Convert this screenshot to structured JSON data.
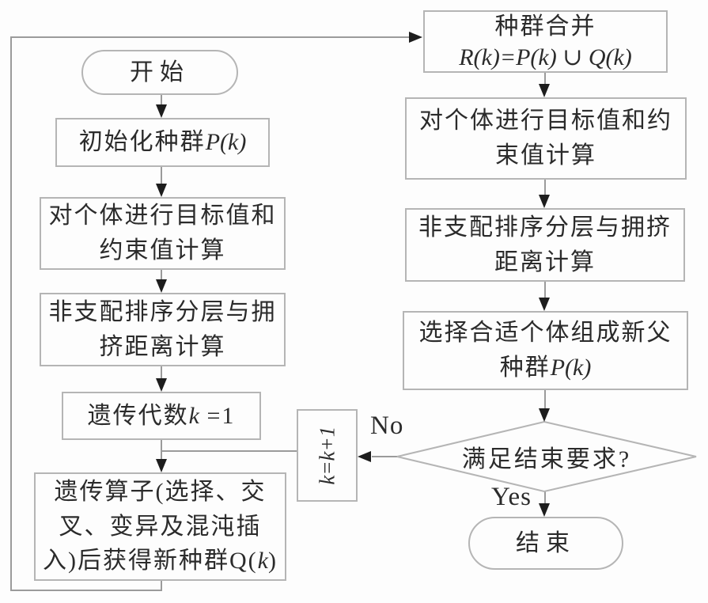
{
  "colors": {
    "box_border": "#b5b5b5",
    "connector_line": "#9b9b9b",
    "arrowhead": "#1d1d1d",
    "text": "#2b2b2b",
    "background": "#fdfdfd"
  },
  "left_column": {
    "start": "开始",
    "init": {
      "text": "初始化种群",
      "math": "P(k)"
    },
    "objective": {
      "line1": "对个体进行目标值和",
      "line2": "约束值计算"
    },
    "nondominated": {
      "line1": "非支配排序分层与拥",
      "line2": "挤距离计算"
    },
    "generation": {
      "text": "遗传代数",
      "math": "k",
      "suffix": " =1"
    },
    "genetic": {
      "line1": "遗传算子(选择、交",
      "line2": "叉、变异及混沌插",
      "line3_text": "入)后获得新种群Q(",
      "line3_math": "k",
      "line3_suffix": ")"
    }
  },
  "right_column": {
    "merge": {
      "line1": "种群合并",
      "line2": "R(k)=P(k) ∪ Q(k)"
    },
    "objective": {
      "line1": "对个体进行目标值和约",
      "line2": "束值计算"
    },
    "nondominated": {
      "line1": "非支配排序分层与拥挤",
      "line2": "距离计算"
    },
    "select": {
      "line1": "选择合适个体组成新父",
      "line2_text": "种群",
      "line2_math": "P(k)"
    },
    "decision": "满足结束要求?",
    "end": "结束"
  },
  "loop": {
    "increment": "k=k+1",
    "no": "No",
    "yes": "Yes"
  }
}
